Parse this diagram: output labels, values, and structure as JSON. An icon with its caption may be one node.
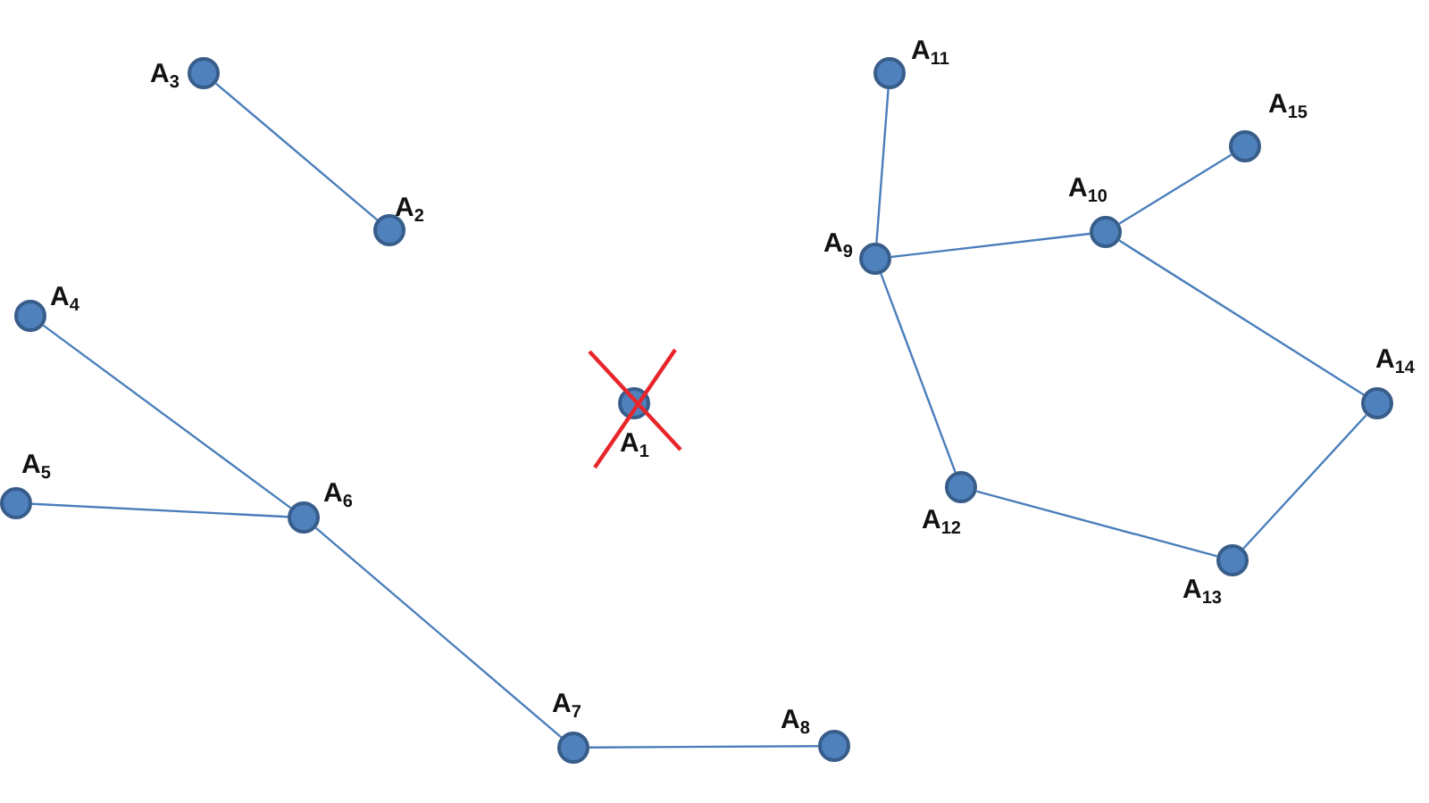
{
  "diagram": {
    "nodes": [
      {
        "text": [],
        "shape": "circle",
        "beside": [
          "A$_{1}$"
        ]
      },
      {
        "text": [],
        "shape": "circle",
        "beside": [
          "A$_{2}$"
        ]
      },
      {
        "text": [],
        "shape": "circle",
        "beside": [
          "A$_{3}$"
        ]
      },
      {
        "text": [],
        "shape": "circle",
        "beside": [
          "A$_{4}$"
        ]
      },
      {
        "text": [],
        "shape": "circle",
        "beside": [
          "A$_{5}$"
        ]
      },
      {
        "text": [],
        "shape": "circle",
        "beside": [
          "A$_{6}$"
        ]
      },
      {
        "text": [],
        "shape": "circle",
        "beside": [
          "A$_{7}$"
        ]
      },
      {
        "text": [],
        "shape": "circle",
        "beside": [
          "A$_{8}$"
        ]
      },
      {
        "text": [],
        "shape": "circle",
        "beside": [
          "A$_{9}$"
        ]
      },
      {
        "text": [],
        "shape": "circle",
        "beside": [
          "A$_{10}$"
        ]
      },
      {
        "text": [],
        "shape": "circle",
        "beside": [
          "A$_{11}$"
        ]
      },
      {
        "text": [],
        "shape": "circle",
        "beside": [
          "A$_{12}$"
        ]
      },
      {
        "text": [],
        "shape": "circle",
        "beside": [
          "A$_{13}$"
        ]
      },
      {
        "text": [],
        "shape": "circle",
        "beside": [
          "A$_{14}$"
        ]
      },
      {
        "text": [],
        "shape": "circle",
        "beside": [
          "A$_{15}$"
        ]
      }
    ],
    "edges": [
      {
        "from": 2,
        "to": 1,
        "arrow": "none"
      },
      {
        "from": 3,
        "to": 5,
        "arrow": "none"
      },
      {
        "from": 4,
        "to": 5,
        "arrow": "none"
      },
      {
        "from": 5,
        "to": 6,
        "arrow": "none"
      },
      {
        "from": 6,
        "to": 7,
        "arrow": "none"
      },
      {
        "from": 10,
        "to": 8,
        "arrow": "none"
      },
      {
        "from": 8,
        "to": 9,
        "arrow": "none"
      },
      {
        "from": 9,
        "to": 14,
        "arrow": "none"
      },
      {
        "from": 9,
        "to": 13,
        "arrow": "none"
      },
      {
        "from": 8,
        "to": 11,
        "arrow": "none"
      },
      {
        "from": 11,
        "to": 12,
        "arrow": "none"
      },
      {
        "from": 12,
        "to": 13,
        "arrow": "none"
      }
    ]
  }
}
